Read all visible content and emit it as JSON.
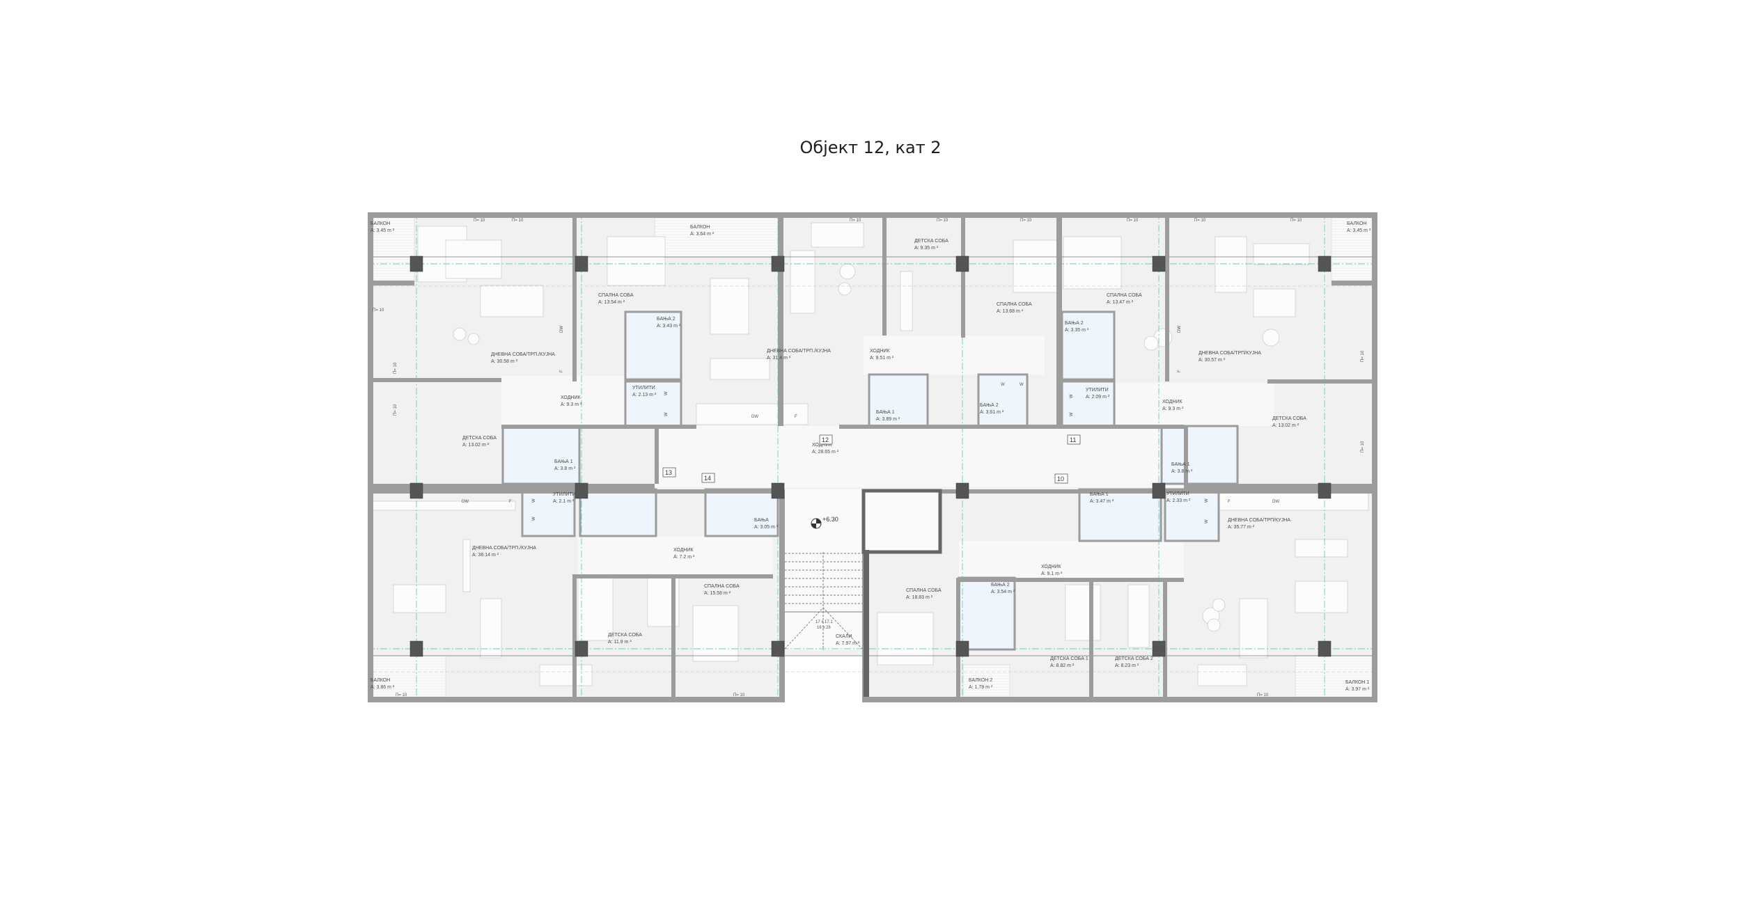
{
  "title": "Објект 12, кат 2",
  "colors": {
    "wall": "#9c9c9c",
    "column": "#555555",
    "room": "#f1f1f1",
    "corridor": "#f8f8f8",
    "bath": "#eef5fc",
    "grid": "#5fcfc2"
  },
  "level_mark": "+6.30",
  "stair_note": [
    "17 x 17.1",
    "16 x 28"
  ],
  "unit_numbers": [
    "13",
    "14",
    "12",
    "11",
    "10"
  ],
  "rooms": [
    {
      "name": "БАЛКОН",
      "area": "A: 3.45 m ²"
    },
    {
      "name": "ДНЕВНА СОБА/ТРП./КУЈНА",
      "area": "A:        30.58 m ²"
    },
    {
      "name": "СПАЛНА СОБА",
      "area": "A:        13.54 m ²"
    },
    {
      "name": "БАЊА 2",
      "area": "A: 3.43 m ²"
    },
    {
      "name": "ХОДНИК",
      "area": "A: 9.3 m ²"
    },
    {
      "name": "УТИЛИТИ",
      "area": "A: 2.13 m ²"
    },
    {
      "name": "ДЕТСКА СОБА",
      "area": "A:        13.02 m ²"
    },
    {
      "name": "БАЊА 1",
      "area": "A: 3.8 m ²"
    },
    {
      "name": "БАЛКОН",
      "area": "A: 3.64 m ²"
    },
    {
      "name": "ДНЕВНА СОБА/ТРП./КУЈНА",
      "area": "A:        31.4 m ²"
    },
    {
      "name": "ДЕТСКА СОБА",
      "area": "A:     9.35 m ²"
    },
    {
      "name": "СПАЛНА СОБА",
      "area": "A:        13.68 m ²"
    },
    {
      "name": "ХОДНИК",
      "area": "A: 9.51 m ²"
    },
    {
      "name": "БАЊА 1",
      "area": "A: 3.89 m ²"
    },
    {
      "name": "БАЊА 2",
      "area": "A: 3.61 m ²"
    },
    {
      "name": "ХОДНИК",
      "area": "A: 28.65 m ²"
    },
    {
      "name": "СПАЛНА СОБА",
      "area": "A:        13.47 m ²"
    },
    {
      "name": "БАЊА 2",
      "area": "A: 3.35 m ²"
    },
    {
      "name": "УТИЛИТИ",
      "area": "A: 2.09 m ²"
    },
    {
      "name": "ХОДНИК",
      "area": "A: 9.3 m ²"
    },
    {
      "name": "ДНЕВНА СОБА/ТРП/КУЈНА",
      "area": "A:        30.57 m ²"
    },
    {
      "name": "БАЛКОН",
      "area": "A: 3.45 m ²"
    },
    {
      "name": "ДЕТСКА СОБА",
      "area": "A:        13.02 m ²"
    },
    {
      "name": "БАЊА 1",
      "area": "A: 3.8 m ²"
    },
    {
      "name": "УТИЛИТИ",
      "area": "A: 2.1 m ²"
    },
    {
      "name": "ДНЕВНА СОБА/ТРП./КУЈНА",
      "area": "A:        36.14 m ²"
    },
    {
      "name": "ХОДНИК",
      "area": "A: 7.2 m ²"
    },
    {
      "name": "ДЕТСКА СОБА",
      "area": "A:        11.9 m ²"
    },
    {
      "name": "БАЛКОН",
      "area": "A: 3.86 m ²"
    },
    {
      "name": "БАЊА",
      "area": "A: 3.05 m ²"
    },
    {
      "name": "СПАЛНА СОБА",
      "area": "A:        15.56 m ²"
    },
    {
      "name": "СКАЛИ",
      "area": "A: 7.97 m ²"
    },
    {
      "name": "СПАЛНА СОБА",
      "area": "A:        18.83 m ²"
    },
    {
      "name": "БАЊА 2",
      "area": "A: 3.54 m ²"
    },
    {
      "name": "БАЛКОН 2",
      "area": "A: 1.79 m ²"
    },
    {
      "name": "БАЊА 1",
      "area": "A: 3.47 m ²"
    },
    {
      "name": "УТИЛИТИ",
      "area": "A: 2.33 m ²"
    },
    {
      "name": "ДНЕВНА СОБА/ТРП/КУЈНА",
      "area": "A:        35.77 m ²"
    },
    {
      "name": "ХОДНИК",
      "area": "A: 9.1 m ²"
    },
    {
      "name": "ДЕТСКА СОБА 1",
      "area": "A:        8.82 m ²"
    },
    {
      "name": "ДЕТСКА СОБА 2",
      "area": "A:        8.23 m ²"
    },
    {
      "name": "БАЛКОН 1",
      "area": "A: 3.97 m ²"
    }
  ],
  "fixtures": [
    "DW",
    "F",
    "DW",
    "F",
    "DW",
    "F",
    "F",
    "DW",
    "DW",
    "F",
    "W",
    "W",
    "W",
    "W",
    "W",
    "W",
    "W",
    "W",
    "W",
    "W"
  ],
  "window_labels": [
    "П= 10",
    "П= 10",
    "П= 10",
    "П= 10",
    "П= 10",
    "П= 10",
    "П= 10",
    "П= 10",
    "П= 10",
    "П= 10",
    "П= 10",
    "П= 10",
    "П= 10",
    "П= 10",
    "П= 10",
    "П= 10"
  ]
}
